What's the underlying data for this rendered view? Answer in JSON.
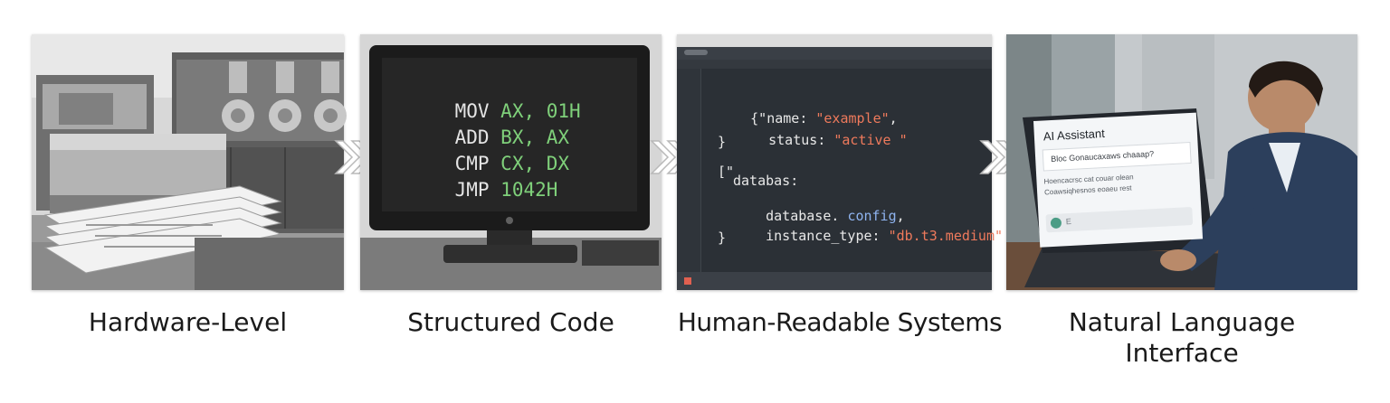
{
  "stages": [
    {
      "caption": "Hardware-Level"
    },
    {
      "caption": "Structured Code"
    },
    {
      "caption": "Human-Readable Systems"
    },
    {
      "caption_line1": "Natural Language",
      "caption_line2": "Interface"
    }
  ],
  "assembly": [
    {
      "op": "MOV",
      "args": "AX, 01H"
    },
    {
      "op": "ADD",
      "args": "BX, AX"
    },
    {
      "op": "CMP",
      "args": "CX, DX"
    },
    {
      "op": "JMP",
      "args": "1042H"
    }
  ],
  "code": {
    "line1_open": "{\"",
    "line1_key": "name",
    "line1_sep": ": ",
    "line1_val": "\"example\"",
    "line1_end": ",",
    "line2_key": "status",
    "line2_sep": ": ",
    "line2_val": "\"active \"",
    "line3": "}",
    "line4": "[\"",
    "line5": "databas:",
    "line6_key": "database",
    "line6_sep": ". ",
    "line6_val": "config",
    "line6_end": ",",
    "line7_key": "instance_type",
    "line7_sep": ": ",
    "line7_val": "\"db.t3.medium\"",
    "line8": "}"
  },
  "assistant": {
    "title": "AI Assistant",
    "prompt": "Bloc Gonaucaxaws chaaap?",
    "reply_line1": "Hoencacrsc cat couar olean",
    "reply_line2": "Coawsiqhesnos eoaeu rest",
    "input_placeholder": "E"
  },
  "colors": {
    "arrow": "#ffffff",
    "asm_op": "#e4e4e4",
    "asm_arg": "#7fd07a",
    "code_key": "#e8e8e8",
    "code_string": "#ef7a5c",
    "code_accent": "#8fb4f0"
  }
}
